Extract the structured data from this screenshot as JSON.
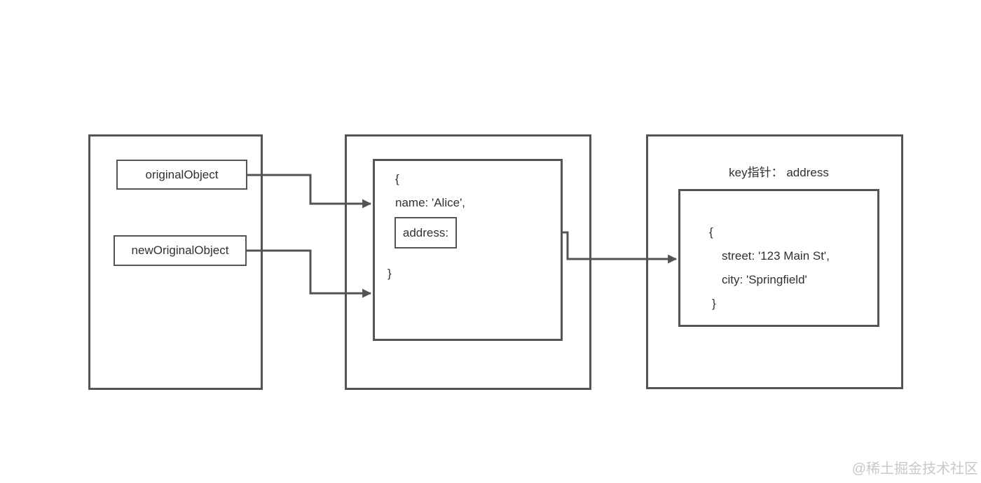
{
  "colors": {
    "background": "#ffffff",
    "stroke": "#545454",
    "text": "#303030",
    "watermark": "#c8c8c8"
  },
  "left_panel": {
    "variables": [
      {
        "label": "originalObject"
      },
      {
        "label": "newOriginalObject"
      }
    ]
  },
  "heap_object": {
    "open_brace": "{",
    "name_line": "name: 'Alice',",
    "address_key": "address:",
    "close_brace": "}"
  },
  "address_object": {
    "title": "key指针： address",
    "open_brace": "{",
    "street_line": "street: '123 Main St',",
    "city_line": "city: 'Springfield'",
    "close_brace": "}"
  },
  "watermark": "@稀土掘金技术社区"
}
